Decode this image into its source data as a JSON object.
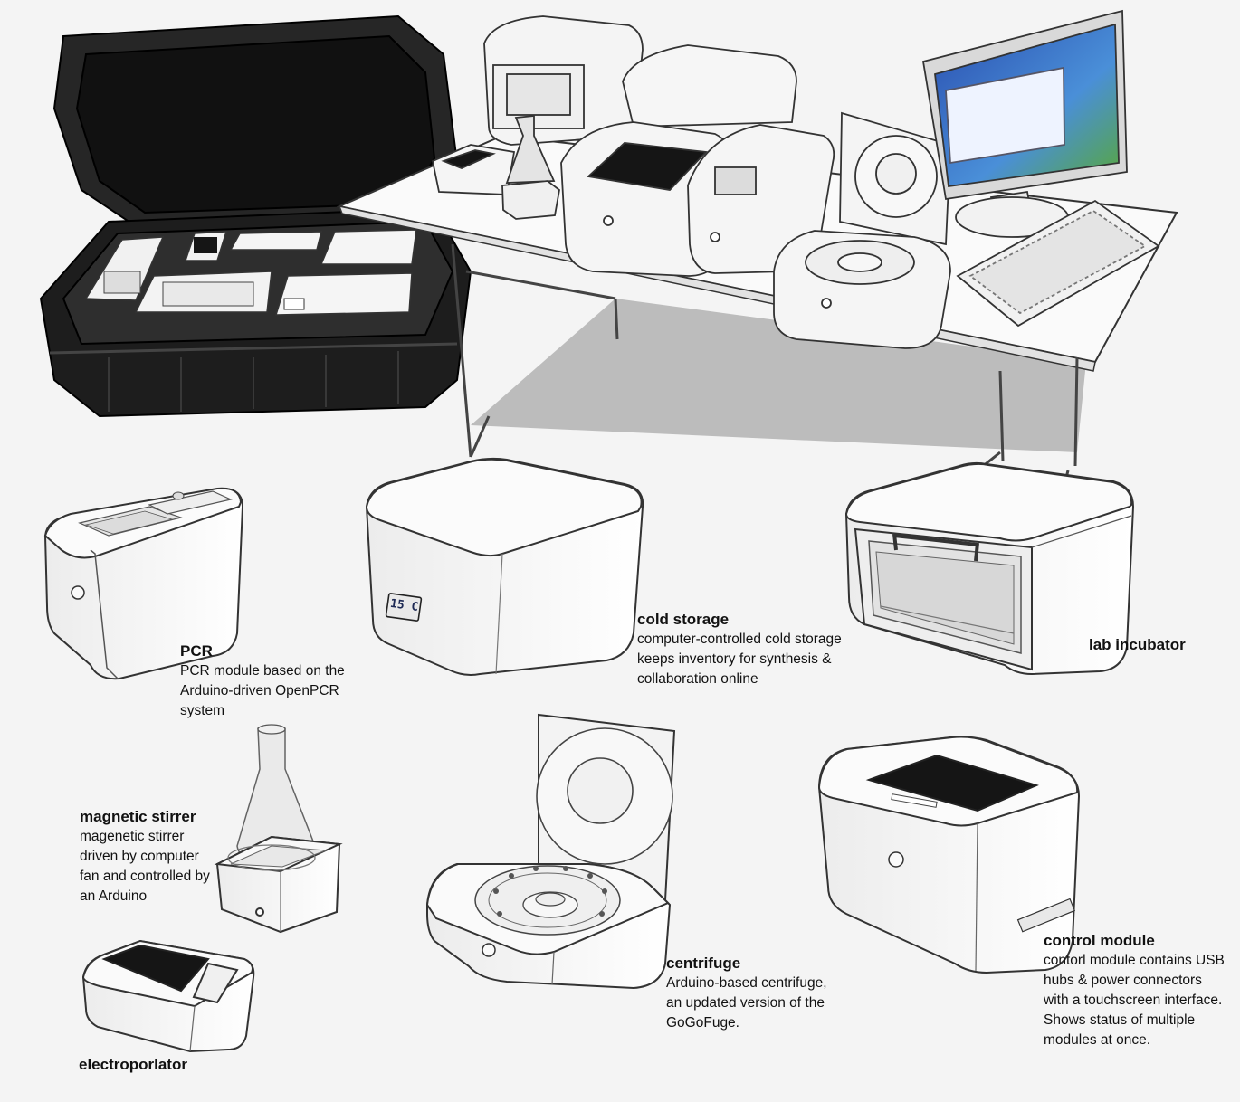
{
  "labels": {
    "pcr": {
      "title": "PCR",
      "desc": [
        "PCR module based on the",
        "Arduino-driven OpenPCR",
        "system"
      ]
    },
    "cold_storage": {
      "title": "cold storage",
      "desc": [
        "computer-controlled cold storage",
        "keeps inventory for synthesis &",
        "collaboration online"
      ]
    },
    "lab_incubator": {
      "title": "lab incubator"
    },
    "magnetic_stirrer": {
      "title": "magnetic stirrer",
      "desc": [
        "magenetic stirrer",
        "driven by computer",
        "fan and controlled by",
        "an Arduino"
      ]
    },
    "centrifuge": {
      "title": "centrifuge",
      "desc": [
        "Arduino-based centrifuge,",
        "an updated version of the",
        "GoGoFuge."
      ]
    },
    "control_module": {
      "title": "control module",
      "desc": [
        "contorl module contains USB",
        "hubs & power connectors",
        "with a  touchscreen interface.",
        "Shows status of multiple",
        "modules at once."
      ]
    },
    "electroporlator": {
      "title": "electroporlator"
    }
  },
  "display": {
    "cold_temp": "15 C"
  },
  "colors": {
    "device_body": "#f7f7f7",
    "device_top": "#fbfbfb",
    "outline": "#333333",
    "screen": "#151515",
    "case_black": "#1d1d1d",
    "shadow": "#bcbcbc",
    "temp_text": "#1e2a55"
  }
}
